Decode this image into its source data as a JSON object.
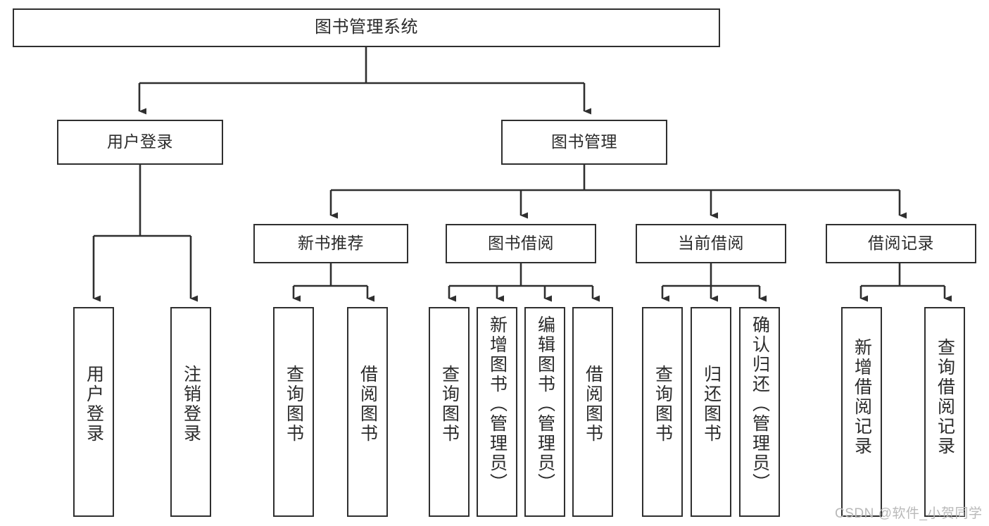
{
  "diagram": {
    "title": "图书管理系统",
    "type": "tree-hierarchy-chart",
    "stroke_color": "#2f2f2f",
    "text_color": "#2b2b2b",
    "background_color": "#ffffff"
  },
  "nodes": {
    "root": {
      "label": "图书管理系统"
    },
    "level2": [
      {
        "id": "user-login",
        "label": "用户登录"
      },
      {
        "id": "book-management",
        "label": "图书管理"
      }
    ],
    "level3": [
      {
        "id": "new-book-recommend",
        "label": "新书推荐"
      },
      {
        "id": "book-borrow",
        "label": "图书借阅"
      },
      {
        "id": "current-borrow",
        "label": "当前借阅"
      },
      {
        "id": "borrow-record",
        "label": "借阅记录"
      }
    ],
    "leaves": {
      "user_login": [
        {
          "id": "leaf-user-login",
          "label": "用户登录"
        },
        {
          "id": "leaf-logout-login",
          "label": "注销登录"
        }
      ],
      "new_book_recommend": [
        {
          "id": "leaf-query-book-1",
          "label": "查询图书"
        },
        {
          "id": "leaf-borrow-book-1",
          "label": "借阅图书"
        }
      ],
      "book_borrow": [
        {
          "id": "leaf-query-book-2",
          "label": "查询图书"
        },
        {
          "id": "leaf-add-book-admin",
          "label": "新增图书（管理员）"
        },
        {
          "id": "leaf-edit-book-admin",
          "label": "编辑图书（管理员）"
        },
        {
          "id": "leaf-borrow-book-2",
          "label": "借阅图书"
        }
      ],
      "current_borrow": [
        {
          "id": "leaf-query-book-3",
          "label": "查询图书"
        },
        {
          "id": "leaf-return-book",
          "label": "归还图书"
        },
        {
          "id": "leaf-confirm-return-admin",
          "label": "确认归还（管理员）"
        }
      ],
      "borrow_record": [
        {
          "id": "leaf-add-borrow-record",
          "label": "新增借阅记录"
        },
        {
          "id": "leaf-query-borrow-record",
          "label": "查询借阅记录"
        }
      ]
    }
  },
  "watermark": {
    "text": "CSDN @软件_小贺同学",
    "color": "#b9b9b9"
  }
}
